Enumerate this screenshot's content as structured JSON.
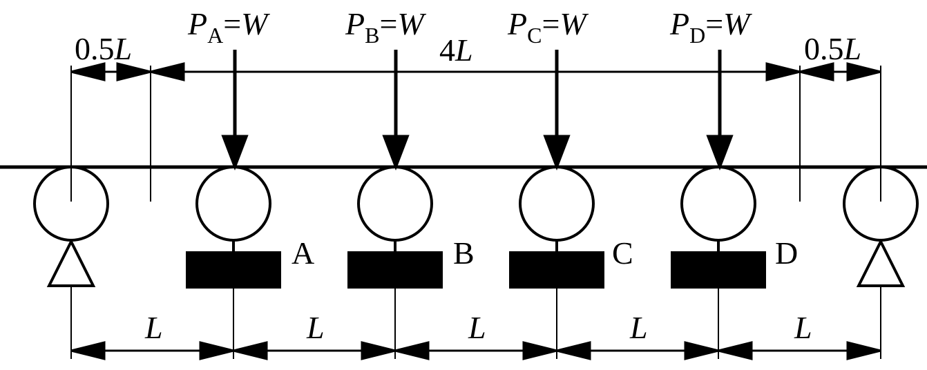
{
  "loads": [
    {
      "symbol": "P",
      "subscript": "A",
      "eq": "=",
      "value": "W"
    },
    {
      "symbol": "P",
      "subscript": "B",
      "eq": "=",
      "value": "W"
    },
    {
      "symbol": "P",
      "subscript": "C",
      "eq": "=",
      "value": "W"
    },
    {
      "symbol": "P",
      "subscript": "D",
      "eq": "=",
      "value": "W"
    }
  ],
  "points": [
    "A",
    "B",
    "C",
    "D"
  ],
  "top_dims": {
    "left_num": "0.5",
    "left_unit": "L",
    "mid_num": "4",
    "mid_unit": "L",
    "right_num": "0.5",
    "right_unit": "L"
  },
  "bottom_dims": [
    "L",
    "L",
    "L",
    "L",
    "L"
  ]
}
